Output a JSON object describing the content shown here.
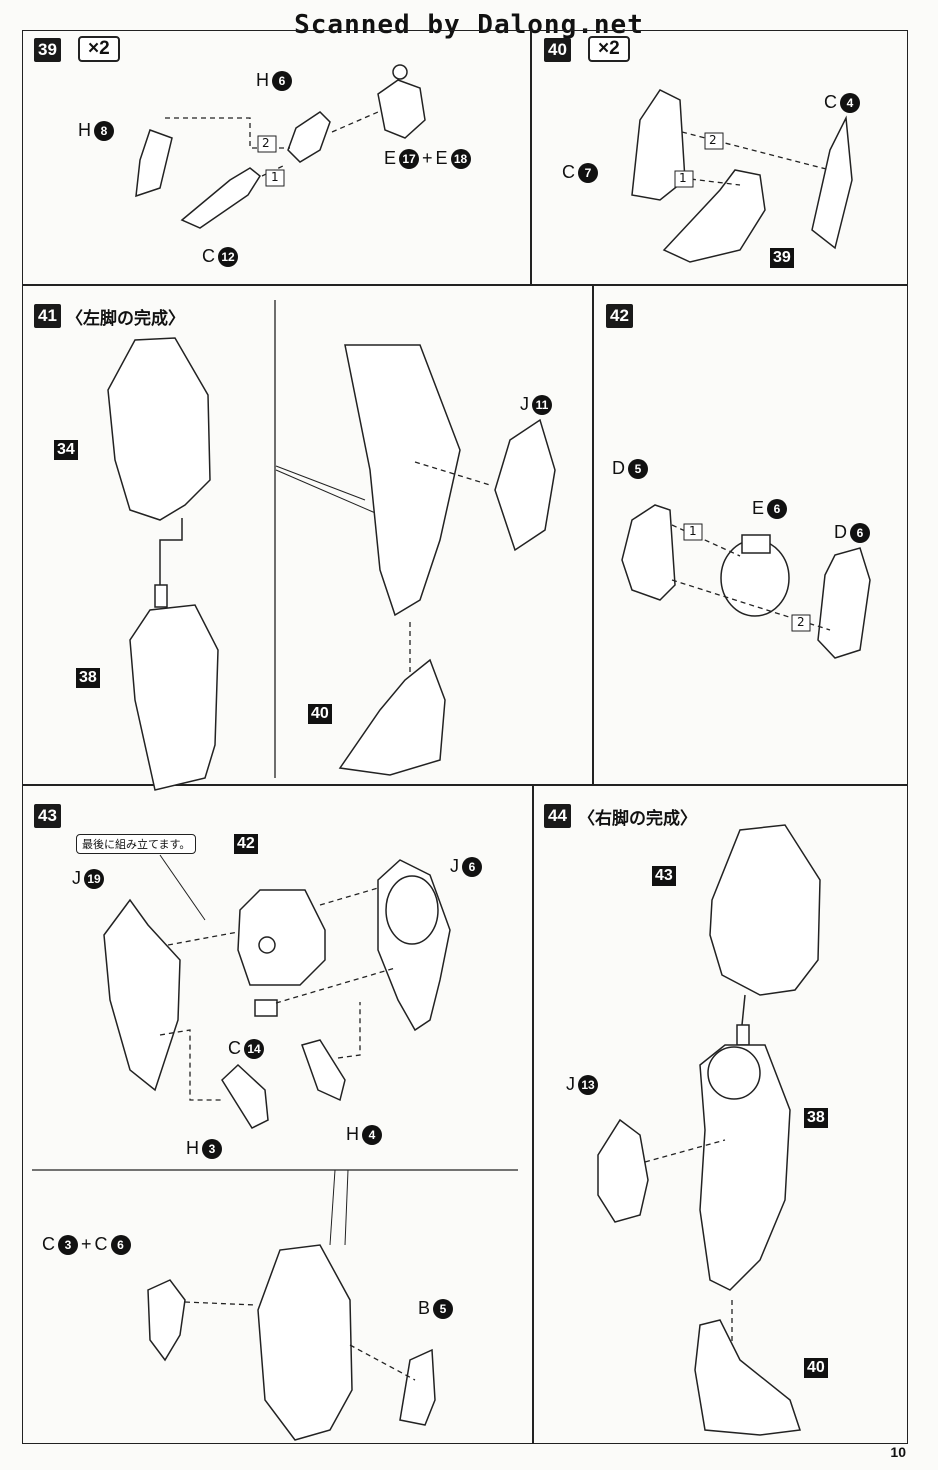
{
  "header": {
    "scan_credit": "Scanned by Dalong.net"
  },
  "page_number": "10",
  "steps": {
    "s39": {
      "number": "39",
      "multiplier": "×2",
      "parts": {
        "h8": {
          "letter": "H",
          "num": "8"
        },
        "h6": {
          "letter": "H",
          "num": "6"
        },
        "c12": {
          "letter": "C",
          "num": "12"
        },
        "e17": {
          "letter": "E",
          "num": "17"
        },
        "plus": "+",
        "e18": {
          "letter": "E",
          "num": "18"
        }
      },
      "order": [
        "1",
        "2"
      ]
    },
    "s40": {
      "number": "40",
      "multiplier": "×2",
      "parts": {
        "c4": {
          "letter": "C",
          "num": "4"
        },
        "c7": {
          "letter": "C",
          "num": "7"
        }
      },
      "ref": "39",
      "order": [
        "1",
        "2"
      ]
    },
    "s41": {
      "number": "41",
      "title": "〈左脚の完成〉",
      "parts": {
        "j11": {
          "letter": "J",
          "num": "11"
        }
      },
      "refs": [
        "34",
        "38",
        "40"
      ]
    },
    "s42": {
      "number": "42",
      "parts": {
        "d5": {
          "letter": "D",
          "num": "5"
        },
        "e6": {
          "letter": "E",
          "num": "6"
        },
        "d6": {
          "letter": "D",
          "num": "6"
        }
      },
      "order": [
        "1",
        "2"
      ]
    },
    "s43": {
      "number": "43",
      "note": "最後に組み立てます。",
      "parts": {
        "j19": {
          "letter": "J",
          "num": "19"
        },
        "j6": {
          "letter": "J",
          "num": "6"
        },
        "c14": {
          "letter": "C",
          "num": "14"
        },
        "h3": {
          "letter": "H",
          "num": "3"
        },
        "h4": {
          "letter": "H",
          "num": "4"
        },
        "c3": {
          "letter": "C",
          "num": "3"
        },
        "plus": "+",
        "c6": {
          "letter": "C",
          "num": "6"
        },
        "b5": {
          "letter": "B",
          "num": "5"
        }
      },
      "ref": "42"
    },
    "s44": {
      "number": "44",
      "title": "〈右脚の完成〉",
      "parts": {
        "j13": {
          "letter": "J",
          "num": "13"
        }
      },
      "refs": [
        "43",
        "38",
        "40"
      ]
    }
  }
}
